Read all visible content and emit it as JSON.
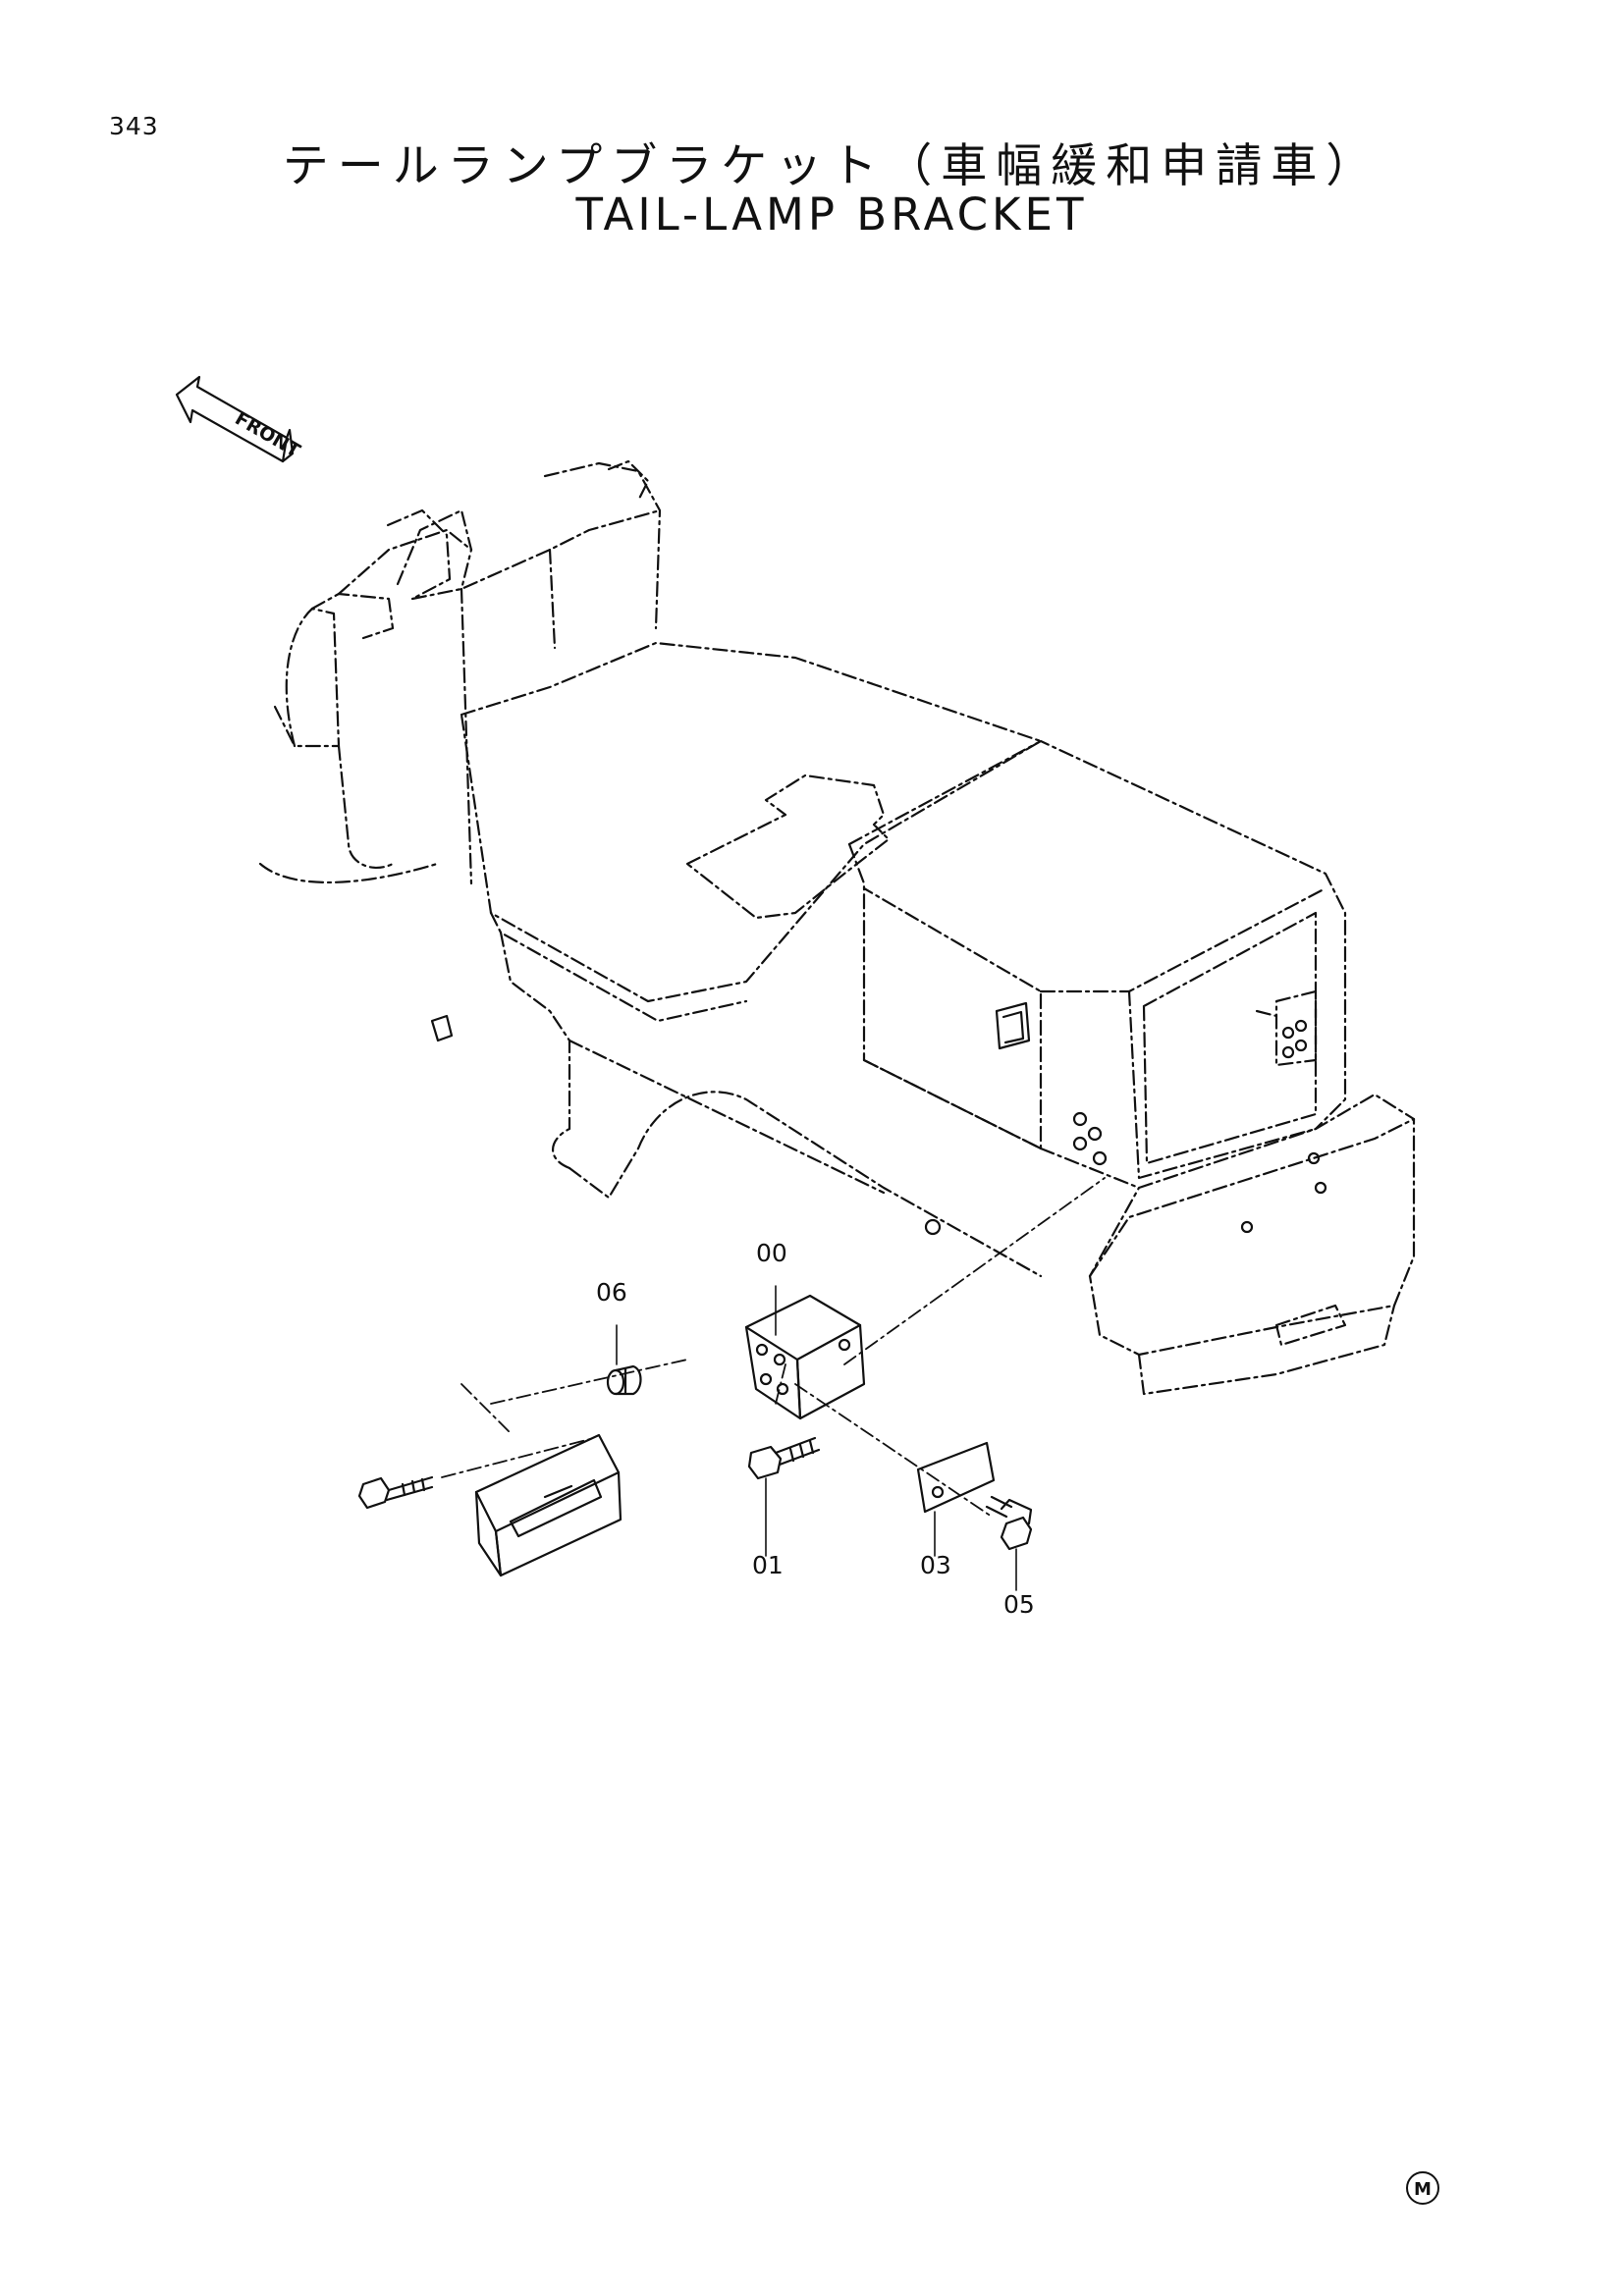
{
  "page_number": "343",
  "title_jp": "テールランプブラケット（車幅緩和申請車）",
  "title_en": "TAIL-LAMP BRACKET",
  "front_label": "FRONT",
  "callouts": {
    "c00": "00",
    "c06": "06",
    "c01": "01",
    "c03": "03",
    "c05": "05"
  },
  "mark_symbol": "M"
}
